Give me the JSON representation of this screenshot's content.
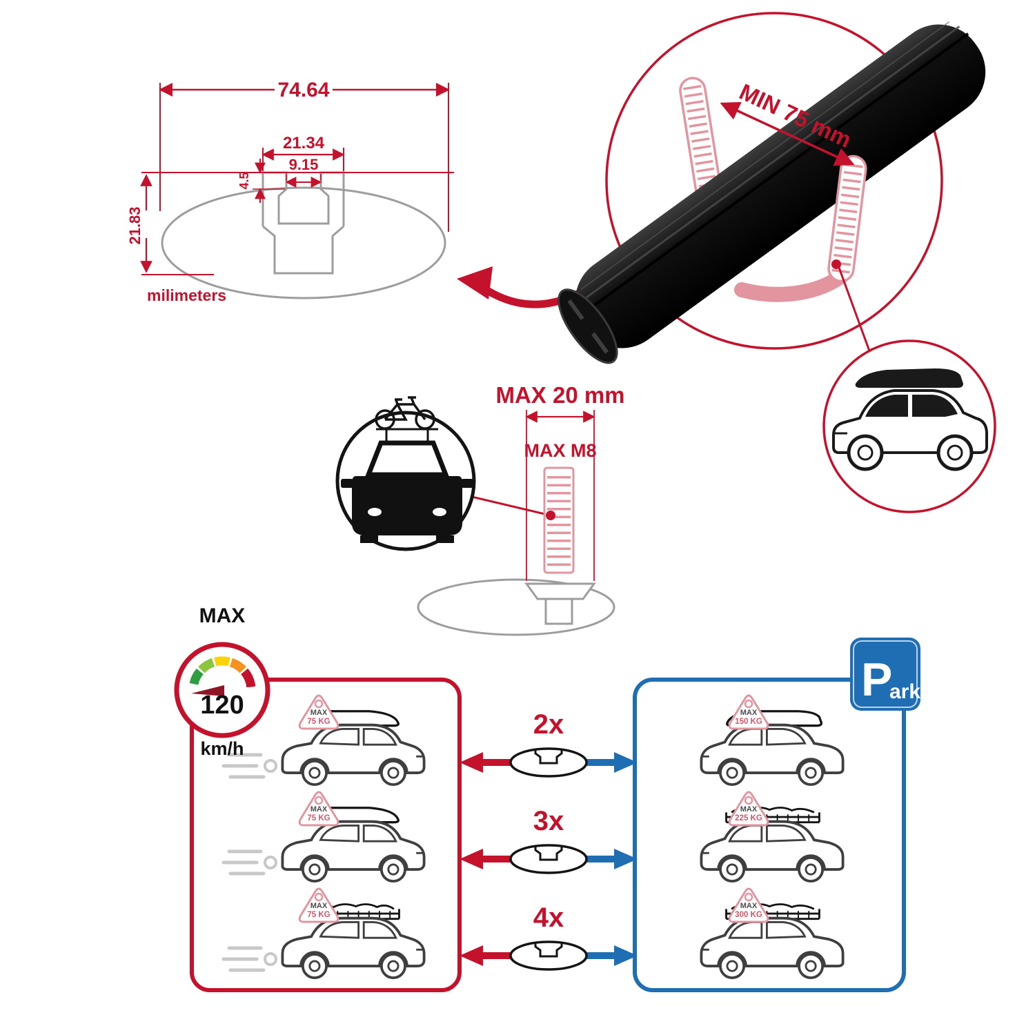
{
  "colors": {
    "red": "#C5122C",
    "blue": "#1F6EB4",
    "gray": "#9D9D9D",
    "pink": "#E2959F",
    "pinktext": "#D4566B",
    "dark": "#141414",
    "car": "#3F3F3F",
    "smoke": "#C8C8C8"
  },
  "profile_dimensions": {
    "total_width": "74.64",
    "channel_width": "21.34",
    "slot_width": "9.15",
    "lip_depth": "4.5",
    "height": "21.83",
    "unit_label": "milimeters"
  },
  "magnifier": {
    "min_span_label": "MIN 75 mm"
  },
  "bolt": {
    "max_length_label": "MAX 20 mm",
    "max_thread_label": "MAX M8"
  },
  "speed_badge": {
    "title": "MAX",
    "value": "120",
    "unit": "km/h"
  },
  "park_sign": {
    "letter": "P",
    "suffix": "ark"
  },
  "comparison": {
    "rows": [
      {
        "multiplier": "2x",
        "left_tag": {
          "label": "MAX",
          "weight": "75 KG"
        },
        "right_tag": {
          "label": "MAX",
          "weight": "150 KG"
        }
      },
      {
        "multiplier": "3x",
        "left_tag": {
          "label": "MAX",
          "weight": "75 KG"
        },
        "right_tag": {
          "label": "MAX",
          "weight": "225 KG"
        }
      },
      {
        "multiplier": "4x",
        "left_tag": {
          "label": "MAX",
          "weight": "75 KG"
        },
        "right_tag": {
          "label": "MAX",
          "weight": "300 KG"
        }
      }
    ]
  }
}
